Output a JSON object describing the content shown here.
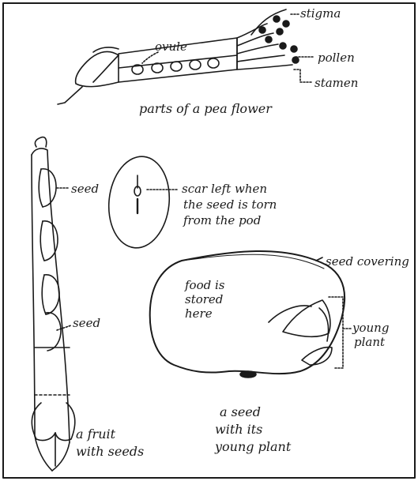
{
  "labels": {
    "stigma": "stigma",
    "ovule": "ovule",
    "pollen": "pollen",
    "stamen": "stamen",
    "flower_caption": "parts of a pea flower",
    "seed_top": "seed",
    "seed_bottom": "seed",
    "scar_line1": "scar left when",
    "scar_line2": "the seed is torn",
    "scar_line3": "from the pod",
    "seed_covering": "seed covering",
    "food_line1": "food is",
    "food_line2": "stored",
    "food_line3": "here",
    "young_line1": "young",
    "young_line2": "plant",
    "fruit_line1": "a fruit",
    "fruit_line2": "with seeds",
    "seedplant_line1": "a seed",
    "seedplant_line2": "with its",
    "seedplant_line3": "young plant"
  },
  "colors": {
    "ink": "#1a1a1a",
    "paper": "#ffffff"
  }
}
